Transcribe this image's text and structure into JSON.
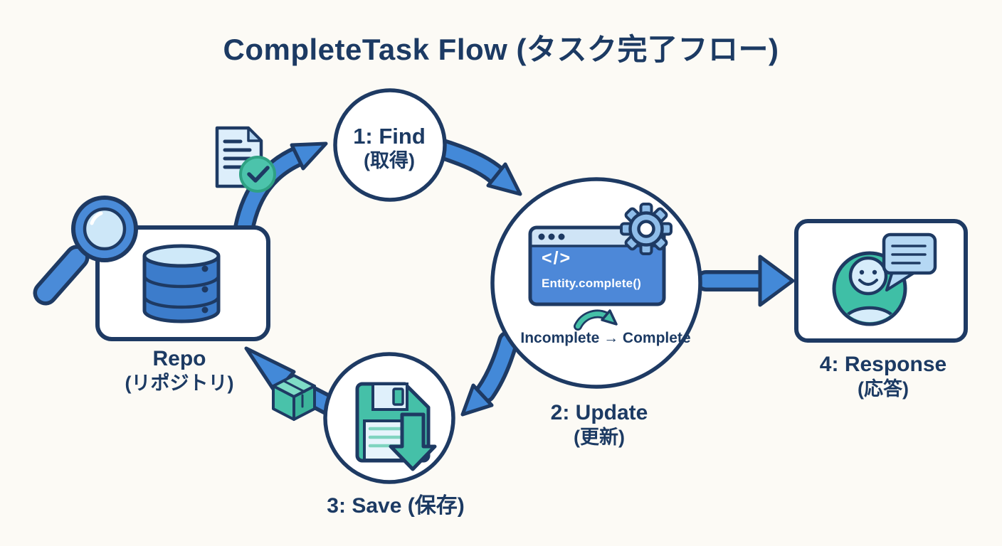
{
  "title": "CompleteTask Flow (タスク完了フロー)",
  "nodes": {
    "find": {
      "title": "1: Find",
      "subtitle": "(取得)"
    },
    "repo": {
      "title": "Repo",
      "subtitle": "(リポジトリ)"
    },
    "update": {
      "title": "2: Update",
      "subtitle": "(更新)"
    },
    "save": {
      "title": "3: Save (保存)"
    },
    "response": {
      "title": "4: Response",
      "subtitle": "(応答)"
    }
  },
  "update_detail": {
    "code_symbol": "</>",
    "method_call": "Entity.complete()",
    "transition": "Incomplete → Complete"
  },
  "icons": {
    "repo": [
      "magnifying-glass-icon",
      "database-icon"
    ],
    "find": [
      "document-check-icon"
    ],
    "update": [
      "code-window-icon",
      "gear-icon",
      "state-change-arrow-icon"
    ],
    "save": [
      "floppy-disk-icon",
      "save-arrow-icon",
      "package-icon"
    ],
    "response": [
      "user-avatar-icon",
      "speech-bubble-icon"
    ]
  },
  "colors": {
    "navy": "#1e3a63",
    "arrow_blue": "#4389d8",
    "light_blue": "#cfe4f6",
    "teal": "#45c0a8",
    "window_blue": "#4d88d8",
    "background": "#fcfaf5"
  }
}
